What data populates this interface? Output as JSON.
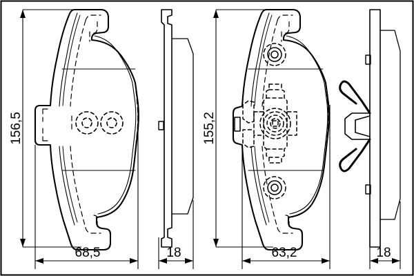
{
  "drawing": {
    "title": "brake-pad-set-technical-drawing",
    "background_color": "#ffffff",
    "line_color": "#000000",
    "border": true,
    "views": [
      {
        "name": "pad-1-face-view",
        "label": "Pad 1 front face",
        "height_dimension": "156,5",
        "width_dimension": "68,5",
        "features": "two dashed concentric wear-indicator circles, upper and lower mounting tabs"
      },
      {
        "name": "pad-1-side-view",
        "label": "Pad 1 side profile",
        "thickness_dimension": "18"
      },
      {
        "name": "pad-2-face-view",
        "label": "Pad 2 front face",
        "height_dimension": "155,2",
        "width_dimension": "63,2",
        "features": "two rivet holes, central cross shaped dashed wear sensor boss"
      },
      {
        "name": "pad-2-side-view",
        "label": "Pad 2 side profile",
        "thickness_dimension": "18",
        "features": "spring clip assembly"
      }
    ],
    "dimensions": {
      "height_left": "156,5",
      "width_left": "68,5",
      "thickness_left": "18",
      "height_right": "155,2",
      "width_right": "63,2",
      "thickness_right": "18"
    }
  }
}
